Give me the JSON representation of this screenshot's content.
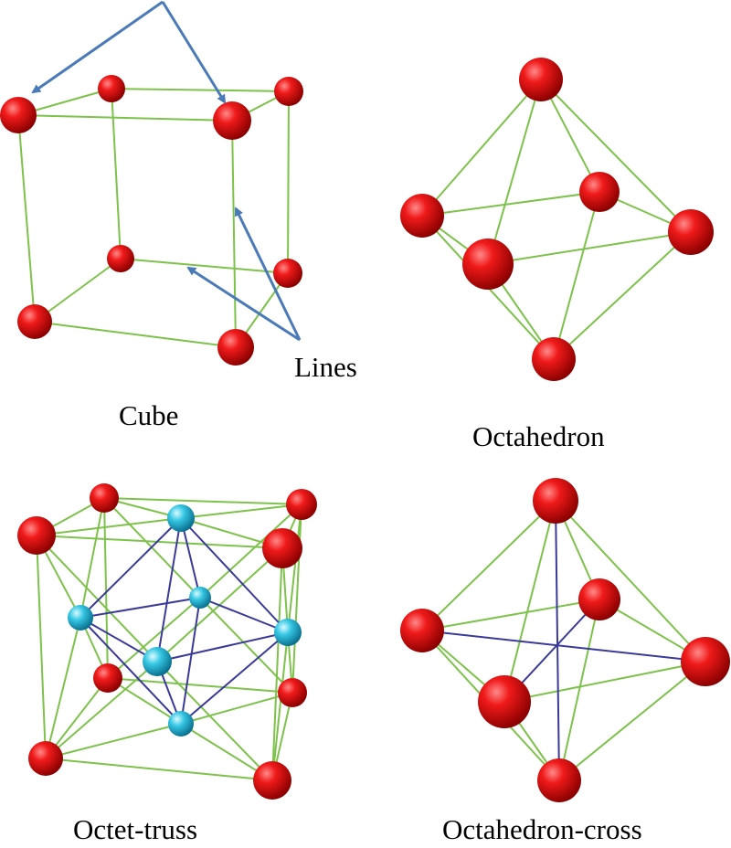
{
  "annotations": {
    "lines_label": "Lines"
  },
  "panels": [
    {
      "id": "cube",
      "caption": "Cube"
    },
    {
      "id": "octahedron",
      "caption": "Octahedron"
    },
    {
      "id": "octet-truss",
      "caption": "Octet-truss"
    },
    {
      "id": "octahedron-cross",
      "caption": "Octahedron-cross"
    }
  ],
  "colors": {
    "node_red": "#e0141c",
    "node_cyan": "#2bb8d8",
    "strut_green": "#7dc24a",
    "strut_blue": "#3a3a9a",
    "arrow": "#4a7ab8"
  }
}
